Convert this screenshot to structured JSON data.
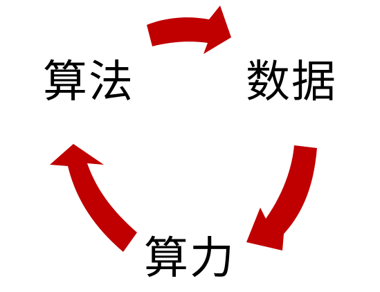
{
  "diagram": {
    "nodes": {
      "algorithm": "算法",
      "data": "数据",
      "compute": "算力"
    },
    "arrow_color": "#c00000",
    "text_color": "#000000",
    "cycle_order": [
      "algorithm",
      "data",
      "compute"
    ]
  }
}
